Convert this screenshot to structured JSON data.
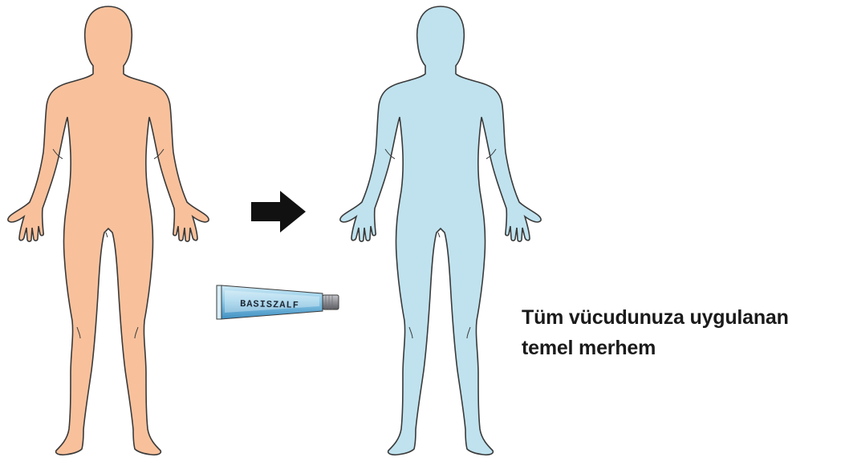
{
  "colors": {
    "before_skin": "#f8c19c",
    "after_skin": "#bfe2ee",
    "outline": "#3a3a3a",
    "arrow": "#111111",
    "tube_body": "#7fc3e4",
    "tube_cap": "#8e8f95"
  },
  "icons": {
    "before": "body-silhouette-icon",
    "arrow": "right-arrow-icon",
    "ointment": "ointment-tube-icon",
    "after": "body-silhouette-icon"
  },
  "tube": {
    "label": "BASISZALF"
  },
  "caption": {
    "line1": "Tüm vücudunuza uygulanan",
    "line2": "temel merhem"
  }
}
